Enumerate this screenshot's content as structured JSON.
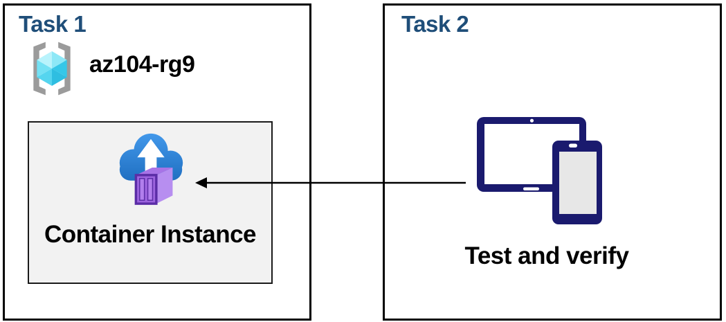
{
  "task1": {
    "title": "Task 1",
    "resource_group_name": "az104-rg9",
    "container_instance_label": "Container Instance"
  },
  "task2": {
    "title": "Task 2",
    "caption": "Test and verify"
  },
  "arrow": {
    "direction": "right-to-left"
  },
  "icons": {
    "resource_group": "azure-resource-group",
    "container_instance": "azure-container-instances",
    "devices": "tablet-and-phone"
  },
  "colors": {
    "task_title_color": "#1F4E79",
    "box_border_color": "#000000",
    "inner_box_border_color": "#1A1A1A",
    "inner_box_fill": "#F2F2F2",
    "label_text_color": "#000000",
    "arrow_color": "#000000",
    "device_navy": "#1A1A6E",
    "device_screen_white": "#FFFFFF",
    "phone_screen_gray": "#E7E7E7",
    "cloud_blue_top": "#4298EA",
    "cloud_blue_bottom": "#1D6CBE",
    "arrow_white": "#FFFFFF",
    "bracket_gray": "#9B9B9B",
    "container_front": "#9C64DE",
    "container_side": "#B78EF0",
    "container_top": "#A873E6",
    "container_outline": "#5B2DA6",
    "container_stripe": "#B27FED"
  },
  "cube": {
    "top_left": "#B9F3FC",
    "top_right": "#8DE8F7",
    "right": "#35C7E8",
    "bottom_right": "#2EBEE1",
    "bottom_left": "#55D5EF",
    "left": "#74E1F4"
  }
}
